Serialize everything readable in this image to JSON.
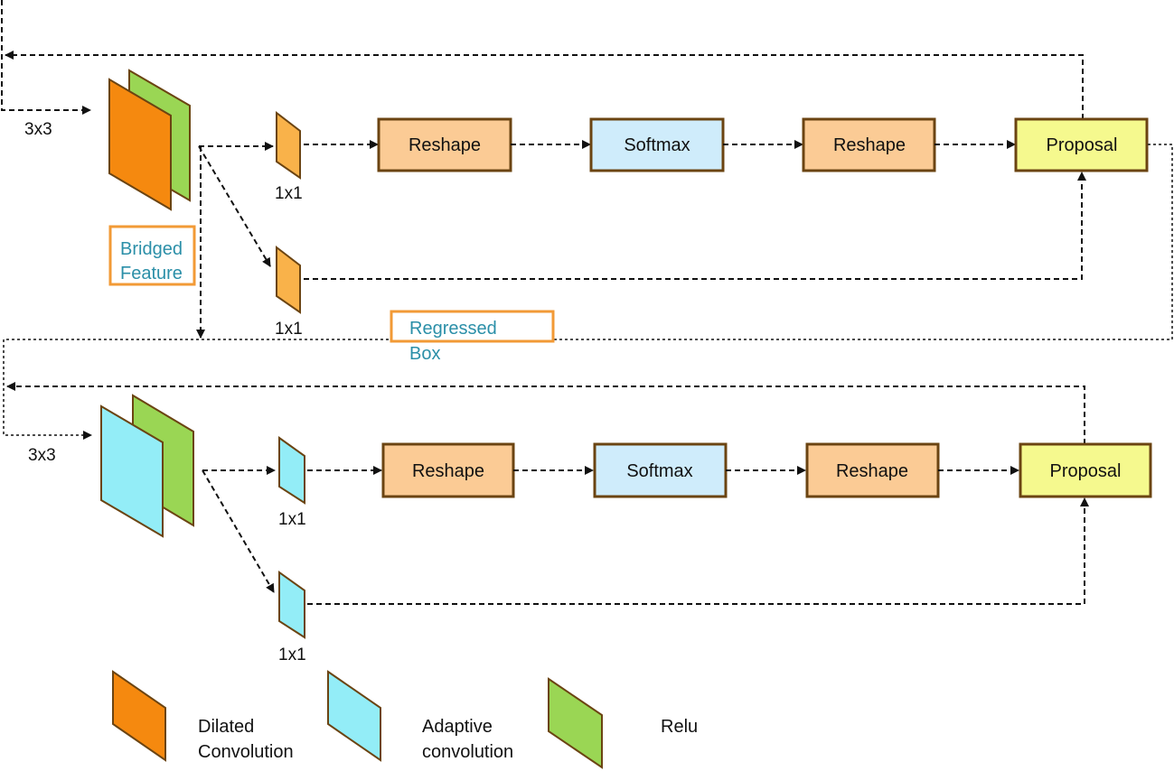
{
  "colors": {
    "dilated": "#f5890f",
    "adaptive": "#93edf7",
    "relu": "#9ad654",
    "small_dilated": "#f9b24a",
    "box_reshape": "#fbcb95",
    "box_softmax": "#cfecfb",
    "box_proposal": "#f5f98e",
    "border": "#6b4412",
    "tag_border": "#f29a36",
    "tag_text": "#2b8fa8"
  },
  "top": {
    "kernel": "3x3",
    "conv1_label": "1x1",
    "conv2_label": "1x1",
    "reshape1": "Reshape",
    "softmax": "Softmax",
    "reshape2": "Reshape",
    "proposal": "Proposal"
  },
  "bottom": {
    "kernel": "3x3",
    "conv1_label": "1x1",
    "conv2_label": "1x1",
    "reshape1": "Reshape",
    "softmax": "Softmax",
    "reshape2": "Reshape",
    "proposal": "Proposal"
  },
  "tags": {
    "bridged_line1": "Bridged",
    "bridged_line2": "Feature",
    "regressed_line1": "Regressed",
    "regressed_line2": "Box"
  },
  "legend": {
    "dilated_line1": "Dilated",
    "dilated_line2": "Convolution",
    "adaptive_line1": "Adaptive",
    "adaptive_line2": "convolution",
    "relu": "Relu"
  }
}
